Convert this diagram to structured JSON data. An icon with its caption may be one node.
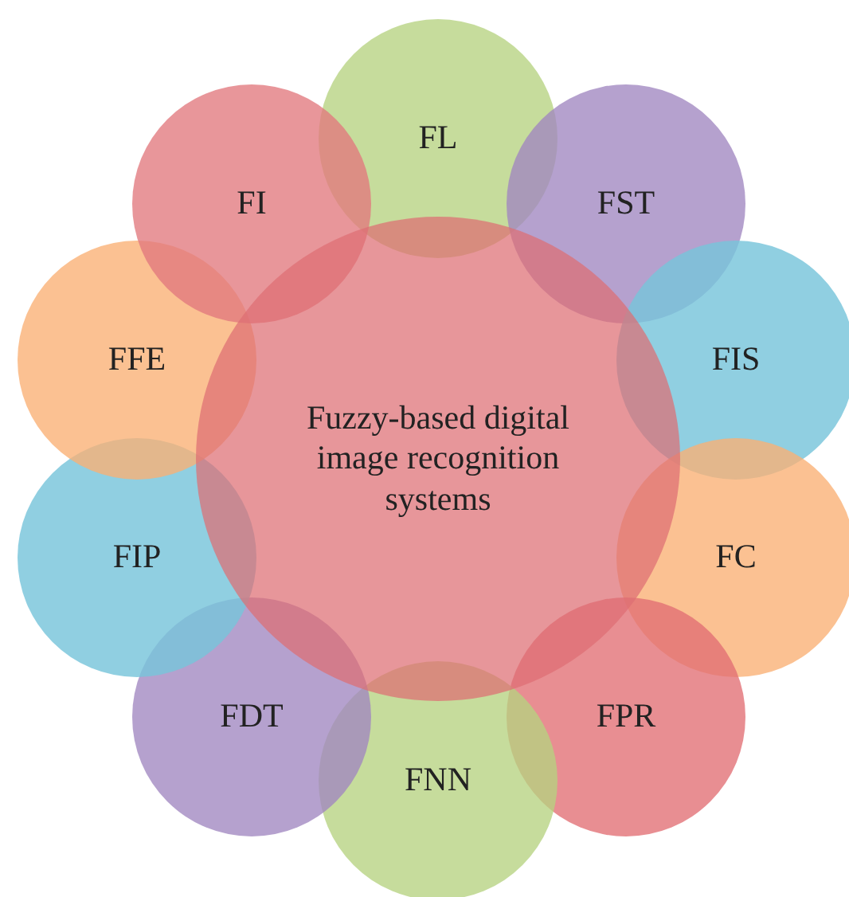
{
  "diagram": {
    "nodes": [
      {
        "text": [
          "Fuzzy-based digital image recognition systems"
        ]
      },
      {
        "text": [
          "FL"
        ]
      },
      {
        "text": [
          "FST"
        ]
      },
      {
        "text": [
          "FIS"
        ]
      },
      {
        "text": [
          "FC"
        ]
      },
      {
        "text": [
          "FPR"
        ]
      },
      {
        "text": [
          "FNN"
        ]
      },
      {
        "text": [
          "FDT"
        ]
      },
      {
        "text": [
          "FIP"
        ]
      },
      {
        "text": [
          "FFE"
        ]
      },
      {
        "text": [
          "FI"
        ]
      }
    ]
  }
}
